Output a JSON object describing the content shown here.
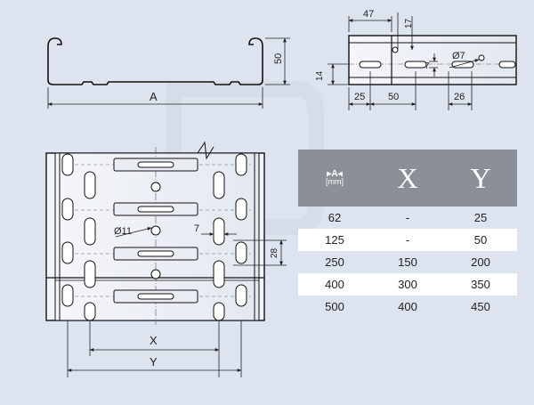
{
  "top_profile": {
    "width_label": "A",
    "height_label": "50"
  },
  "side_view": {
    "dim_47": "47",
    "dim_17": "17",
    "dim_14": "14",
    "dim_7": "7",
    "dim_hole": "Ø7",
    "dim_25": "25",
    "dim_50": "50",
    "dim_26": "26"
  },
  "plan_view": {
    "dim_hole": "Ø11",
    "dim_7": "7",
    "dim_28": "28",
    "label_x": "X",
    "label_y": "Y"
  },
  "table": {
    "header_a_symbol": "▸A◂",
    "header_a_unit": "[mm]",
    "header_x": "X",
    "header_y": "Y",
    "rows": [
      {
        "a": "62",
        "x": "-",
        "y": "25"
      },
      {
        "a": "125",
        "x": "-",
        "y": "50"
      },
      {
        "a": "250",
        "x": "150",
        "y": "200"
      },
      {
        "a": "400",
        "x": "300",
        "y": "350"
      },
      {
        "a": "500",
        "x": "400",
        "y": "450"
      }
    ]
  }
}
